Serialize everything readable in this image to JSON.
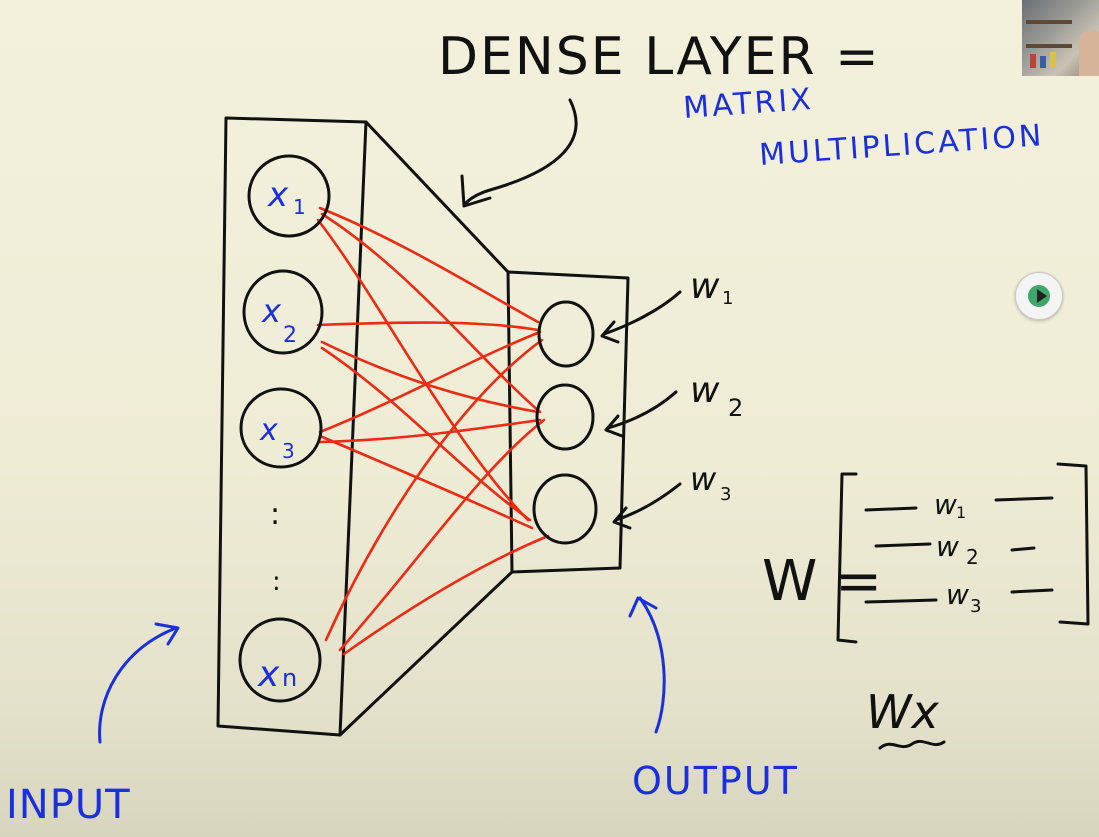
{
  "title": "DENSE LAYER =",
  "subtitle_line1": "MATRIX",
  "subtitle_line2": "MULTIPLICATION",
  "inputs": [
    "x1",
    "x2",
    "x3",
    "xn"
  ],
  "input_labels": {
    "x1": "x",
    "x1_sub": "1",
    "x2": "x",
    "x2_sub": "2",
    "x3": "x",
    "x3_sub": "3",
    "xn": "x",
    "xn_sub": "n"
  },
  "ellipsis": ":",
  "weights": [
    "w1",
    "w2",
    "w3"
  ],
  "weight_labels": {
    "w1": "w",
    "w1_sub": "1",
    "w2": "w",
    "w2_sub": "2",
    "w3": "w",
    "w3_sub": "3"
  },
  "input_label": "INPUT",
  "output_label": "OUTPUT",
  "matrix": {
    "lhs": "W =",
    "rows": [
      "w1",
      "w2",
      "w3"
    ],
    "row_w": "w",
    "row_subs": [
      "1",
      "2",
      "3"
    ]
  },
  "product": "Wx",
  "colors": {
    "ink": "#111111",
    "blue": "#1a2fe0",
    "red": "#ee2a12",
    "paper": "#f3f1dc"
  },
  "icons": {
    "play": "play-icon"
  }
}
